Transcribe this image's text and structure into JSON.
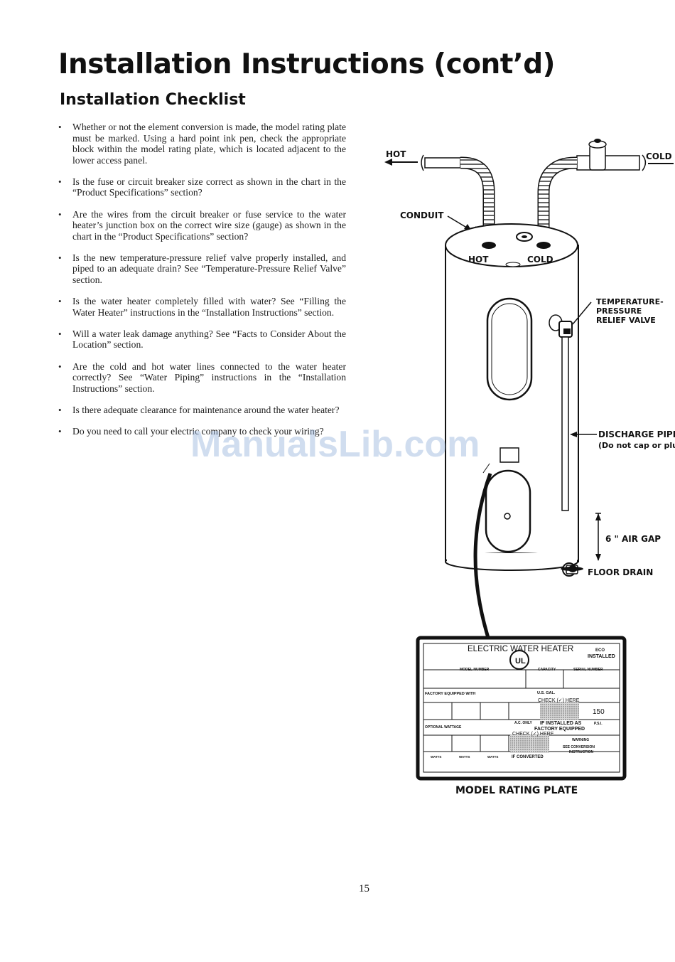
{
  "page": {
    "title": "Installation Instructions (cont’d)",
    "subtitle": "Installation Checklist",
    "page_number": "15",
    "watermark": "ManualsLib.com"
  },
  "checklist": [
    "Whether or not the element conversion is made, the model rating plate must be marked. Using a hard point ink pen, check the appropriate block within the model rating plate, which is located adjacent to the lower access panel.",
    "Is the fuse or circuit breaker size correct as shown in the chart in the “Product Specifications” section?",
    "Are the wires from the circuit breaker or fuse service to the water heater’s junction box on the correct wire size (gauge) as shown in the chart in the “Product Specifications” section?",
    "Is the new temperature-pressure relief valve properly installed, and piped to an adequate drain? See “Temperature-Pressure Relief Valve” section.",
    "Is the water heater completely filled with water? See “Filling the Water Heater” instructions in the “Installation Instructions” section.",
    "Will a water leak damage anything? See “Facts to Consider About the Location” section.",
    "Are the cold and hot water lines connected to the water heater correctly? See “Water Piping” instructions in the “Installation Instructions” section.",
    "Is there adequate clearance for maintenance around the water heater?",
    "Do you need to call your electric company to check your wiring?"
  ],
  "diagram": {
    "hot_line": "HOT",
    "cold_line": "COLD",
    "conduit": "CONDUIT",
    "hot_top": "HOT",
    "cold_top": "COLD",
    "tp_valve_1": "TEMPERATURE-",
    "tp_valve_2": "PRESSURE",
    "tp_valve_3": "RELIEF VALVE",
    "discharge_1": "DISCHARGE PIPE",
    "discharge_2": "(Do not cap or plug)",
    "air_gap": "6 \" AIR GAP",
    "floor_drain": "FLOOR DRAIN",
    "plate_caption": "MODEL RATING PLATE"
  },
  "rating_plate": {
    "heading": "ELECTRIC WATER HEATER",
    "eco_1": "ECO",
    "eco_2": "INSTALLED",
    "model_number": "MODEL NUMBER",
    "capacity": "CAPACITY",
    "serial_number": "SERIAL NUMBER",
    "factory_equipped_with": "FACTORY EQUIPPED WITH",
    "us_gal": "U.S. GAL.",
    "check_here_1": "CHECK (✓) HERE",
    "value_150": "150",
    "optional_wattage": "OPTIONAL WATTAGE",
    "ac_only": "A.C. ONLY",
    "if_installed_as": "IF INSTALLED AS",
    "factory_equipped": "FACTORY EQUIPPED",
    "check_here_2": "CHECK (✓) HERE",
    "psi": "P.S.I.",
    "warning": "WARNING",
    "see_conversion_1": "SEE CONVERSION",
    "see_conversion_2": "INSTRUCTION",
    "if_converted": "IF CONVERTED",
    "watts_1": "WATTS",
    "watts_2": "WATTS",
    "watts_3": "WATTS",
    "ul": "UL"
  }
}
